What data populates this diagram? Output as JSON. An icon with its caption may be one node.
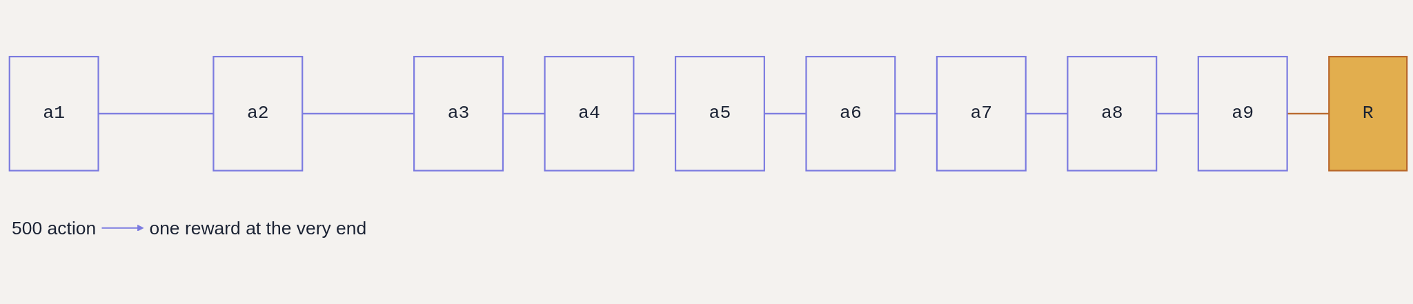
{
  "diagram": {
    "nodes": [
      {
        "text": [
          "a1"
        ]
      },
      {
        "text": [
          "a2"
        ]
      },
      {
        "text": [
          "a3"
        ]
      },
      {
        "text": [
          "a4"
        ]
      },
      {
        "text": [
          "a5"
        ]
      },
      {
        "text": [
          "a6"
        ]
      },
      {
        "text": [
          "a7"
        ]
      },
      {
        "text": [
          "a8"
        ]
      },
      {
        "text": [
          "a9"
        ]
      },
      {
        "text": [
          "R"
        ]
      },
      {
        "text": [
          "500 action"
        ]
      },
      {
        "text": [
          "one reward at the very end"
        ]
      }
    ],
    "edges": [
      {
        "from": 0,
        "to": 1,
        "arrow": "none"
      },
      {
        "from": 1,
        "to": 2,
        "arrow": "none"
      },
      {
        "from": 2,
        "to": 3,
        "arrow": "none"
      },
      {
        "from": 3,
        "to": 4,
        "arrow": "none"
      },
      {
        "from": 4,
        "to": 5,
        "arrow": "none"
      },
      {
        "from": 5,
        "to": 6,
        "arrow": "none"
      },
      {
        "from": 6,
        "to": 7,
        "arrow": "none"
      },
      {
        "from": 7,
        "to": 8,
        "arrow": "none"
      },
      {
        "from": 8,
        "to": 9,
        "arrow": "none",
        "color": "#b8672a"
      },
      {
        "from": 10,
        "to": 11,
        "arrow": "to"
      }
    ]
  }
}
